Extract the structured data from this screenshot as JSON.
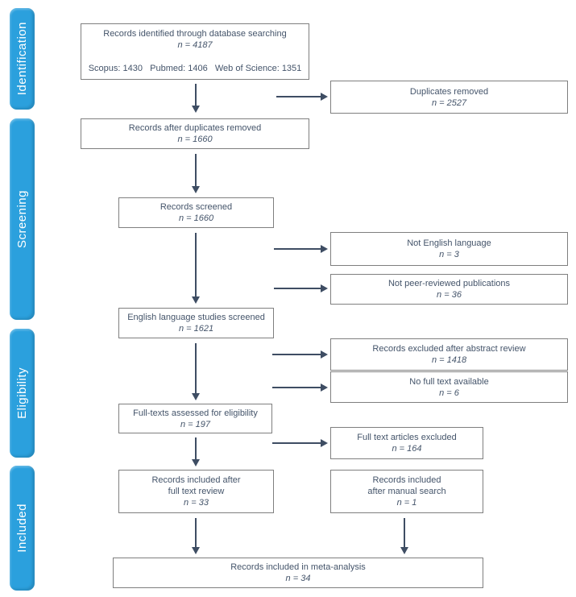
{
  "colors": {
    "stage_blue": "#2ba0dd",
    "box_border": "#7f7f7f",
    "text": "#44546a",
    "arrow": "#3e4d63",
    "bg": "#ffffff"
  },
  "sidebar": {
    "stages": [
      {
        "label": "Identification"
      },
      {
        "label": "Screening"
      },
      {
        "label": "Eligibility"
      },
      {
        "label": "Included"
      }
    ]
  },
  "boxes": {
    "identified": {
      "title": "Records identified through database searching",
      "n": "n = 4187",
      "sources": "Scopus: 1430   Pubmed: 1406   Web of Science: 1351"
    },
    "after_duplicates": {
      "title": "Records after duplicates removed",
      "n": "n = 1660"
    },
    "screened": {
      "title": "Records screened",
      "n": "n = 1660"
    },
    "english_screened": {
      "title": "English language studies screened",
      "n": "n = 1621"
    },
    "fulltext_assessed": {
      "title": "Full-texts assessed for eligibility",
      "n": "n = 197"
    },
    "included_fulltext": {
      "title": "Records included after",
      "title2": "full text review",
      "n": "n = 33"
    },
    "meta_analysis": {
      "title": "Records included in meta-analysis",
      "n": "n = 34"
    },
    "duplicates_removed": {
      "title": "Duplicates removed",
      "n": "n = 2527"
    },
    "not_english": {
      "title": "Not English language",
      "n": "n = 3"
    },
    "not_peer_reviewed": {
      "title": "Not peer-reviewed publications",
      "n": "n = 36"
    },
    "excluded_abstract": {
      "title": "Records excluded after abstract review",
      "n": "n = 1418"
    },
    "no_fulltext": {
      "title": "No full text available",
      "n": "n = 6"
    },
    "fulltext_excluded": {
      "title": "Full text articles excluded",
      "n": "n = 164"
    },
    "manual_search": {
      "title": "Records included",
      "title2": "after manual search",
      "n": "n = 1"
    }
  }
}
